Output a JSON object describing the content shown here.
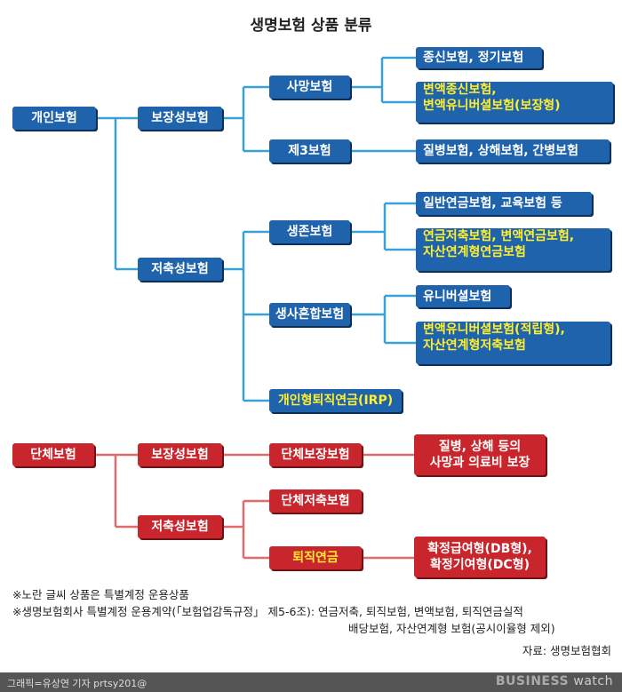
{
  "title": "생명보험 상품 분류",
  "colors": {
    "blue": "#1f63ad",
    "red": "#c9252c",
    "yellow_text": "#ffef2e",
    "blue_line": "#3aa1d6",
    "red_line": "#e06b6b"
  },
  "personal": {
    "root": "개인보험",
    "protection": {
      "label": "보장성보험",
      "death": {
        "label": "사망보험",
        "items": [
          "종신보험, 정기보험"
        ],
        "special": [
          "변액종신보험,",
          "변액유니버셜보험(보장형)"
        ]
      },
      "third": {
        "label": "제3보험",
        "items": [
          "질병보험, 상해보험, 간병보험"
        ]
      }
    },
    "savings": {
      "label": "저축성보험",
      "survival": {
        "label": "생존보험",
        "items": [
          "일반연금보험, 교육보험 등"
        ],
        "special": [
          "연금저축보험, 변액연금보험,",
          "자산연계형연금보험"
        ]
      },
      "mixed": {
        "label": "생사혼합보험",
        "items": [
          "유니버셜보험"
        ],
        "special": [
          "변액유니버셜보험(적립형),",
          "자산연계형저축보험"
        ]
      },
      "irp": {
        "label": "개인형퇴직연금(IRP)"
      }
    }
  },
  "group": {
    "root": "단체보험",
    "protection": {
      "label": "보장성보험",
      "child": "단체보장보험",
      "detail": [
        "질병, 상해 등의",
        "사망과 의료비 보장"
      ]
    },
    "savings": {
      "label": "저축성보험",
      "child1": "단체저축보험",
      "child2": "퇴직연금",
      "detail": [
        "확정급여형(DB형),",
        "확정기여형(DC형)"
      ]
    }
  },
  "notes": {
    "line1": "※노란 글씨 상품은 특별계정 운용상품",
    "line2": "※생명보험회사 특별계정 운용계약(「보험업감독규정」 제5-6조):  연금저축, 퇴직보험, 변액보험, 퇴직연금실적",
    "line3": "배당보험, 자산연계형 보험(공시이율형 제외)"
  },
  "source": "자료: 생명보험협회",
  "footer": {
    "credit": "그래픽=유상연 기자 prtsy201@",
    "brand_main": "BUSINESS",
    "brand_sub": "watch"
  }
}
